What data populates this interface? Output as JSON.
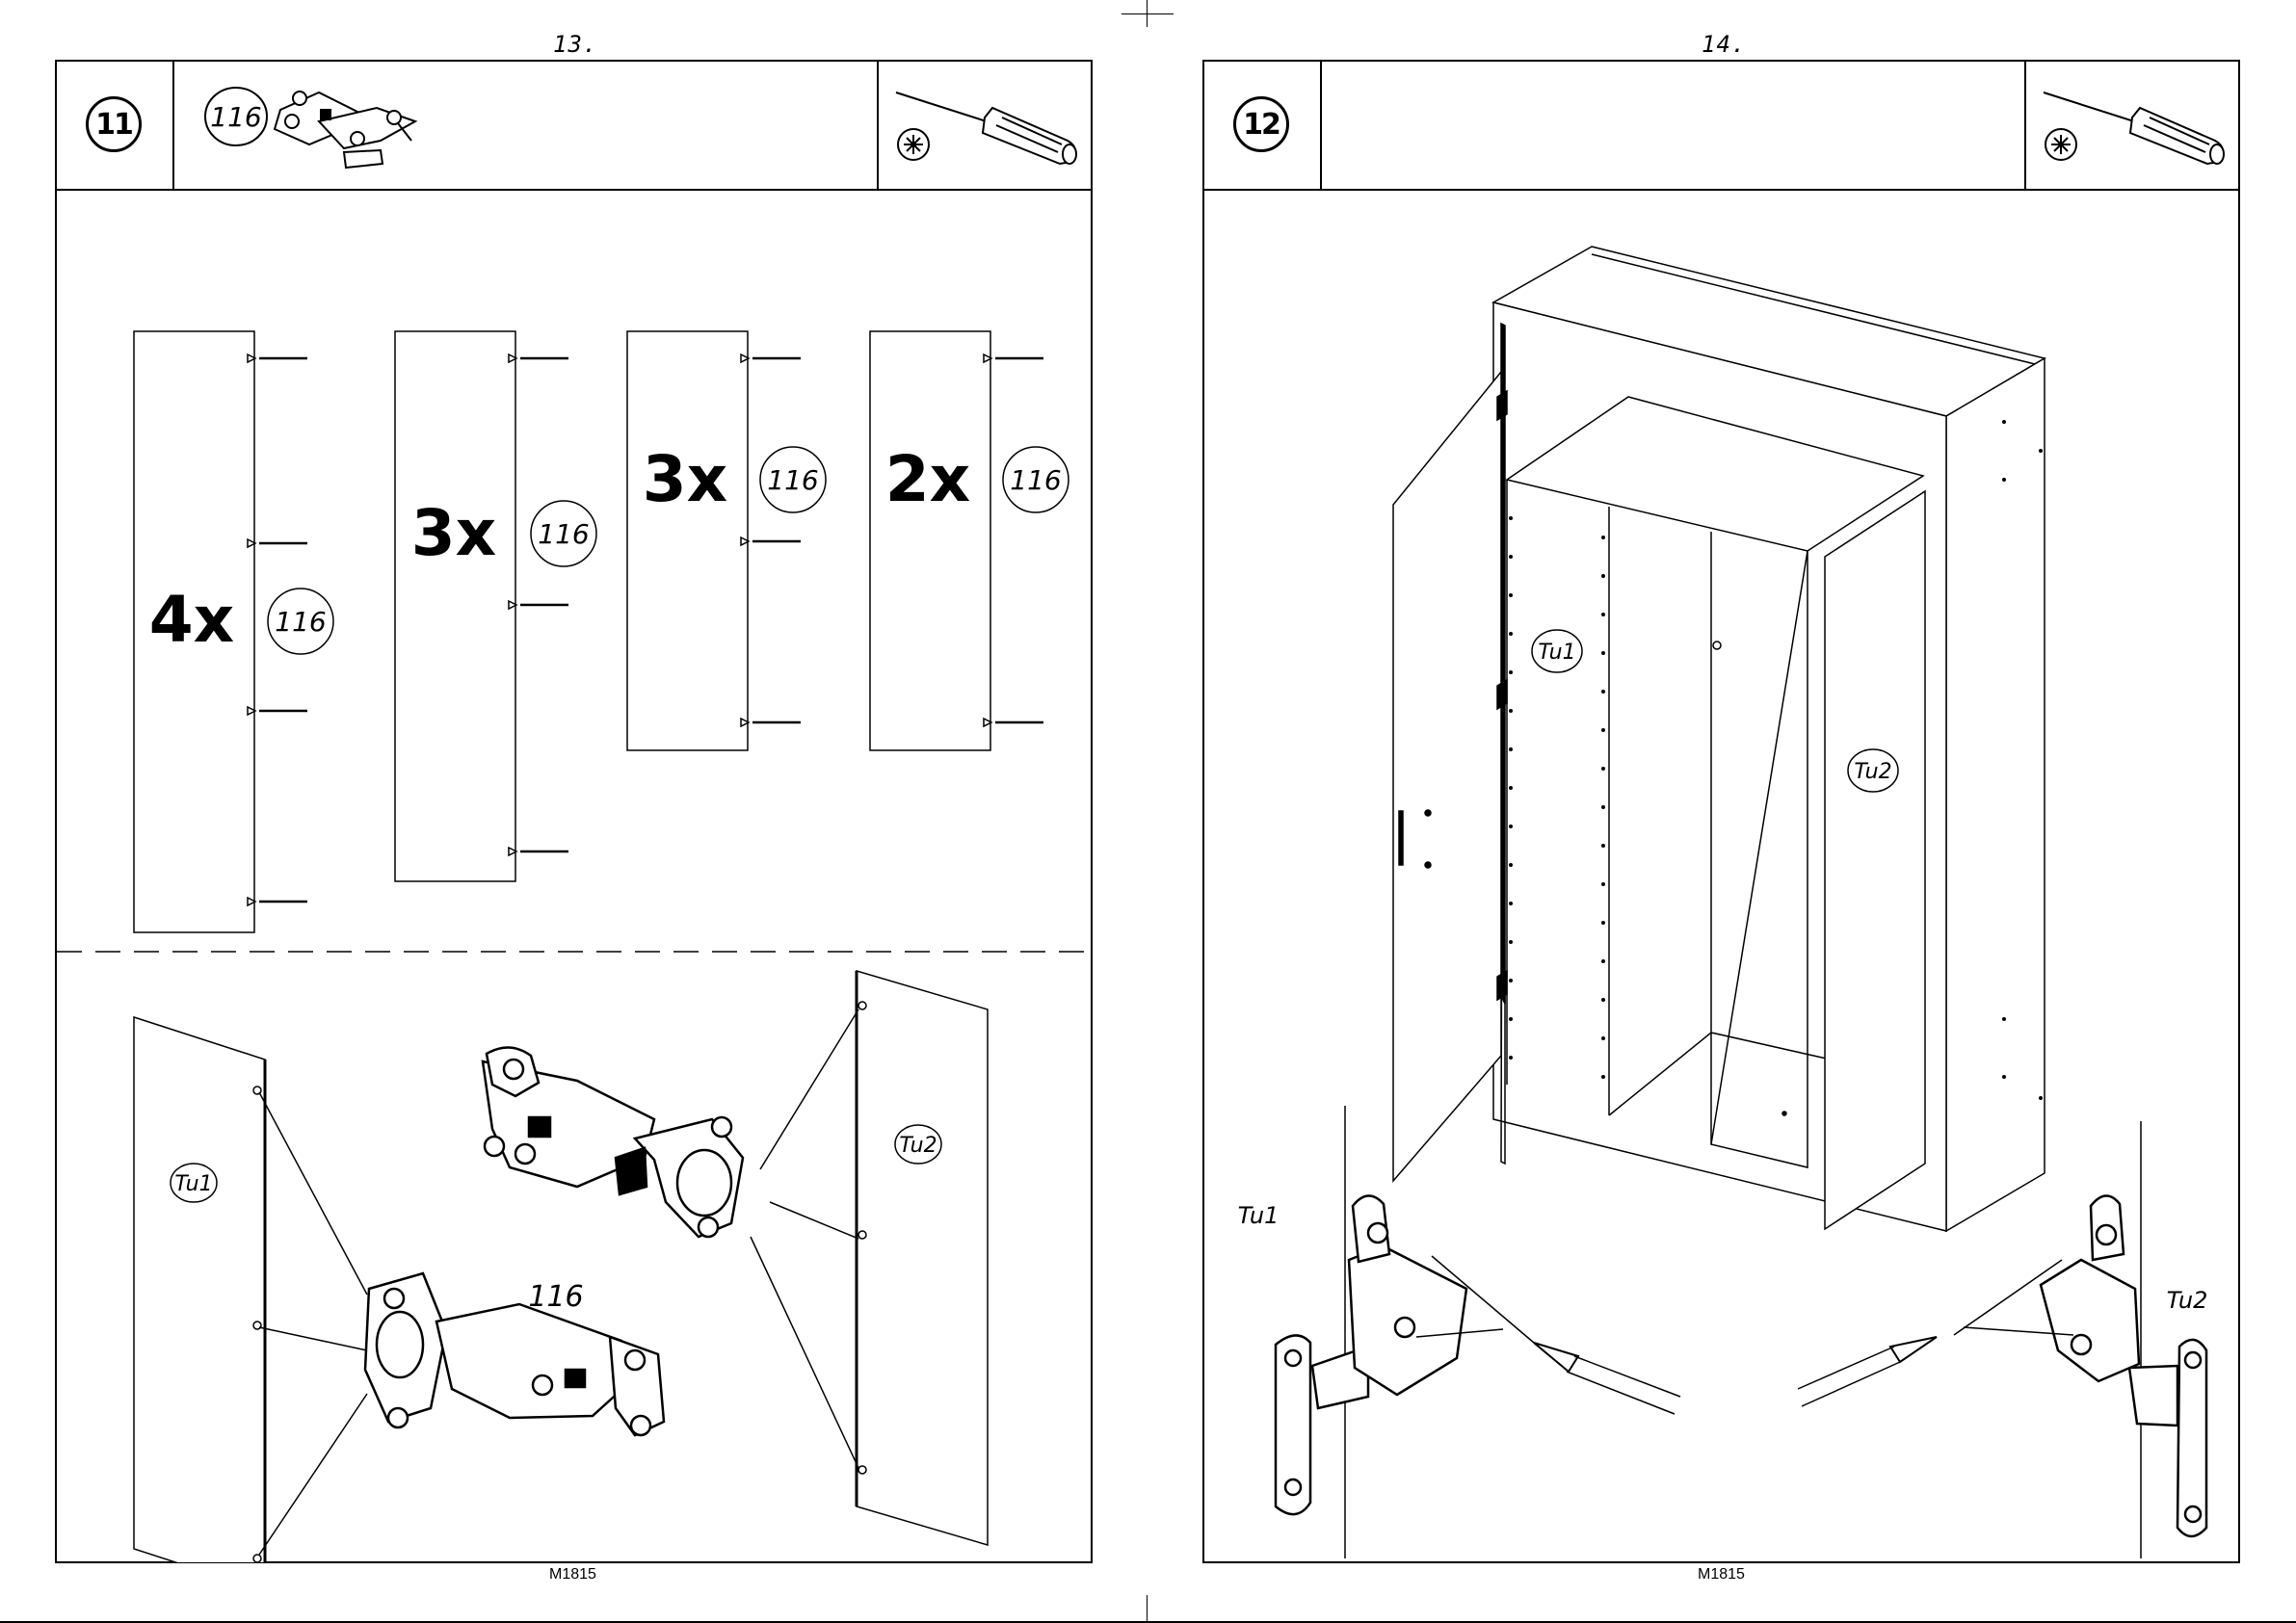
{
  "pages": [
    {
      "page_number": "13.",
      "step": "11",
      "part_label": "116",
      "qty_labels": [
        "4x",
        "3x",
        "3x",
        "2x"
      ],
      "panel_labels": [
        "Tu1",
        "Tu2"
      ],
      "hinge_label": "116",
      "footer_code": "M1815"
    },
    {
      "page_number": "14.",
      "step": "12",
      "door_labels": [
        "Tu1",
        "Tu2"
      ],
      "detail_labels": [
        "Tu1",
        "Tu2"
      ],
      "footer_code": "M1815"
    }
  ],
  "icons": [
    "hinge-part-icon",
    "screwdriver-icon",
    "phillips-screw-head-icon"
  ]
}
